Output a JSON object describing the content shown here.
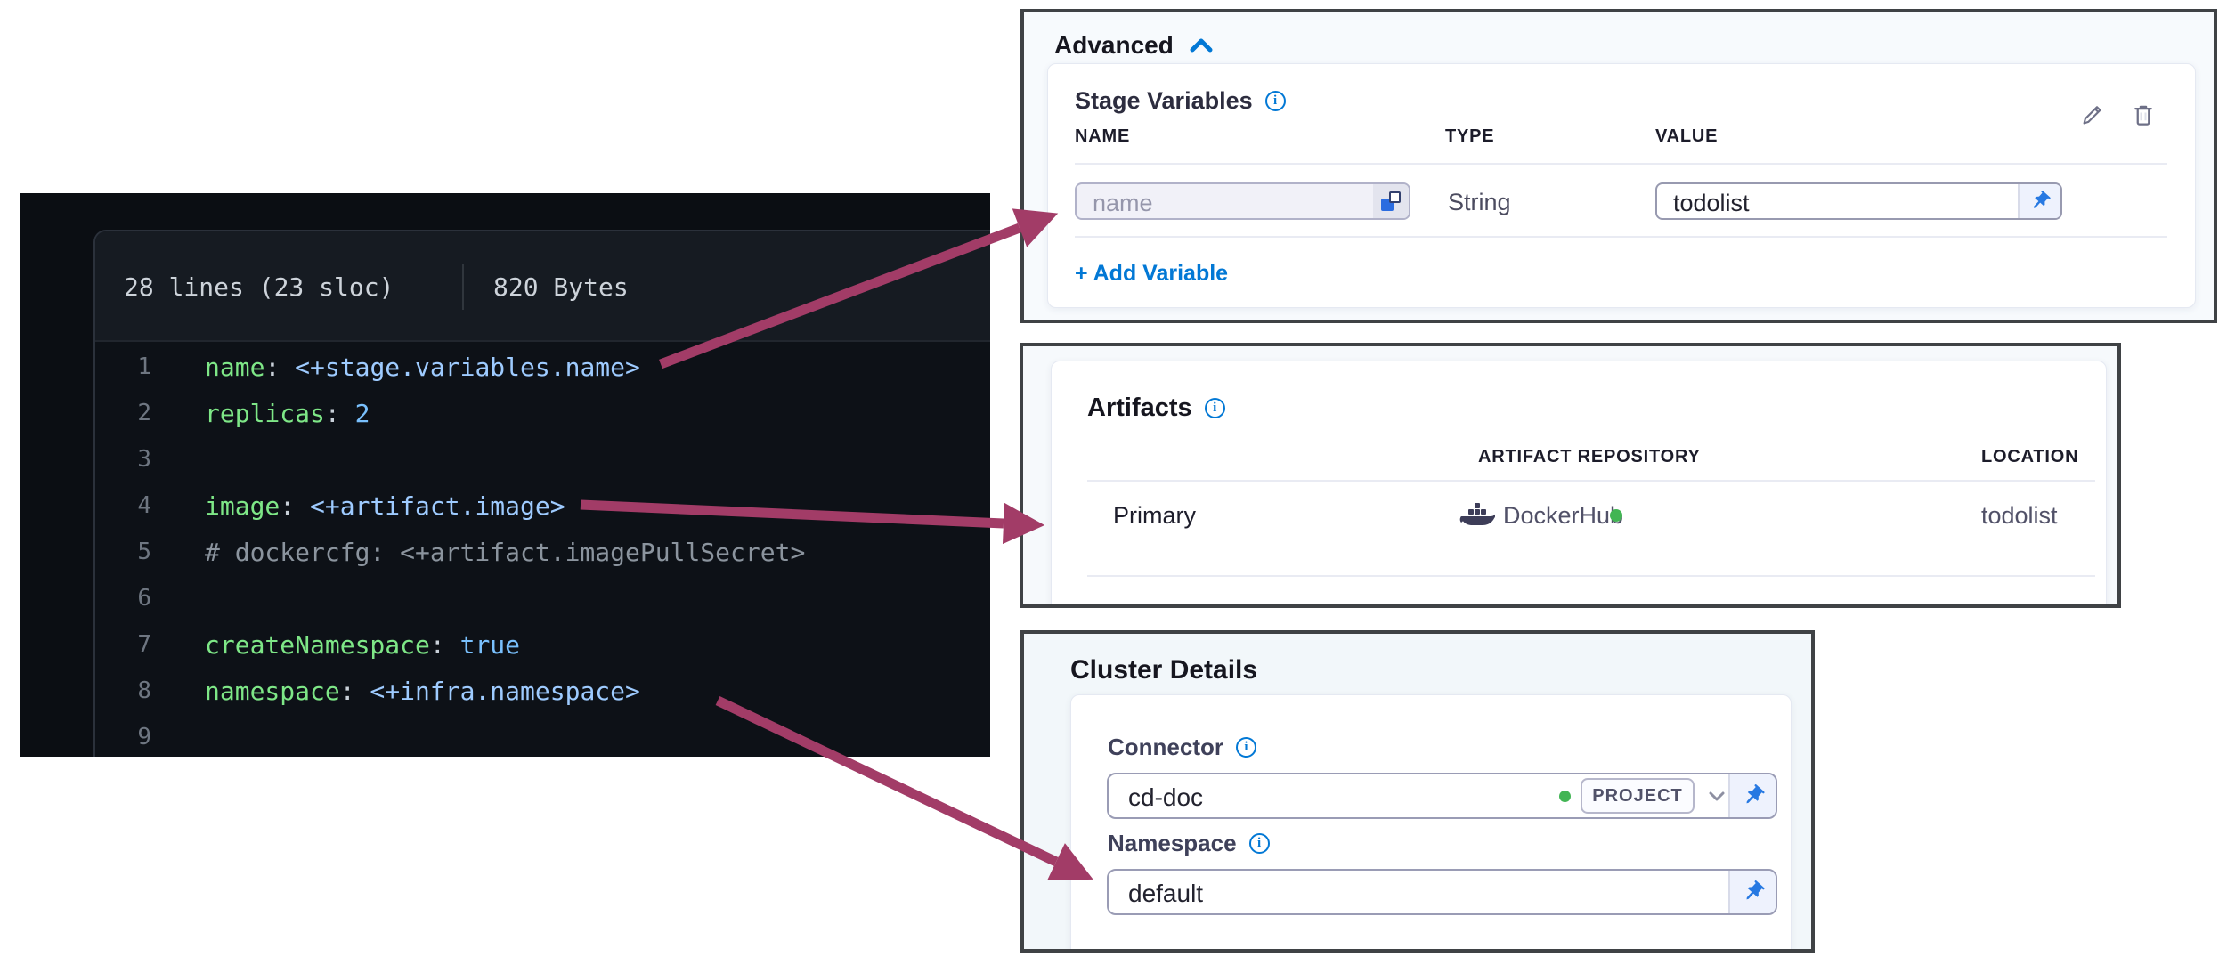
{
  "code_viewer": {
    "meta": {
      "lines_label": "28 lines (23 sloc)",
      "size_label": "820 Bytes"
    },
    "lines": [
      {
        "n": "1",
        "t": [
          [
            "k",
            "name"
          ],
          [
            "p",
            ":"
          ],
          [
            "s",
            " <+stage.variables.name>"
          ]
        ]
      },
      {
        "n": "2",
        "t": [
          [
            "k",
            "replicas"
          ],
          [
            "p",
            ":"
          ],
          [
            "c",
            " 2"
          ]
        ]
      },
      {
        "n": "3",
        "t": []
      },
      {
        "n": "4",
        "t": [
          [
            "k",
            "image"
          ],
          [
            "p",
            ":"
          ],
          [
            "s",
            " <+artifact.image>"
          ]
        ]
      },
      {
        "n": "5",
        "t": [
          [
            "m",
            "# dockercfg: <+artifact.imagePullSecret>"
          ]
        ]
      },
      {
        "n": "6",
        "t": []
      },
      {
        "n": "7",
        "t": [
          [
            "k",
            "createNamespace"
          ],
          [
            "p",
            ":"
          ],
          [
            "c",
            " true"
          ]
        ]
      },
      {
        "n": "8",
        "t": [
          [
            "k",
            "namespace"
          ],
          [
            "p",
            ":"
          ],
          [
            "s",
            " <+infra.namespace>"
          ]
        ]
      },
      {
        "n": "9",
        "t": []
      }
    ]
  },
  "advanced": {
    "title": "Advanced",
    "section_label": "Stage Variables",
    "columns": [
      "NAME",
      "TYPE",
      "VALUE"
    ],
    "row": {
      "name_placeholder": "name",
      "type": "String",
      "value": "todolist"
    },
    "add_label": "+ Add Variable"
  },
  "artifacts": {
    "title": "Artifacts",
    "columns": [
      "ARTIFACT REPOSITORY",
      "LOCATION"
    ],
    "row": {
      "label": "Primary",
      "repository": "DockerHub",
      "location": "todolist"
    }
  },
  "cluster": {
    "title": "Cluster Details",
    "connector_label": "Connector",
    "connector_value": "cd-doc",
    "scope_badge": "PROJECT",
    "namespace_label": "Namespace",
    "namespace_value": "default"
  },
  "colors": {
    "accent": "#0278d5",
    "arrow": "#a23c67",
    "success_green": "#42b554"
  }
}
